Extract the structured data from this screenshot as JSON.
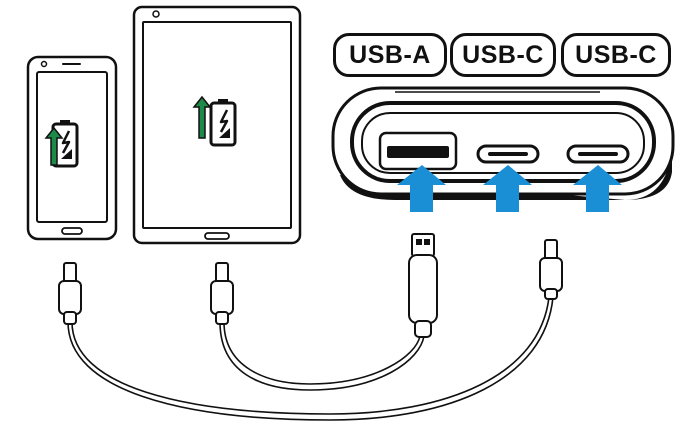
{
  "ports": [
    {
      "label": "USB-A",
      "type": "usb-a"
    },
    {
      "label": "USB-C",
      "type": "usb-c"
    },
    {
      "label": "USB-C",
      "type": "usb-c"
    }
  ],
  "devices": [
    {
      "name": "phone",
      "charging": true
    },
    {
      "name": "tablet",
      "charging": true
    }
  ],
  "colors": {
    "arrow_blue": "#1a8fd6",
    "charge_green": "#1e8a4a",
    "outline": "#111111"
  },
  "icons": [
    "battery-charging-icon",
    "arrow-up-icon"
  ]
}
